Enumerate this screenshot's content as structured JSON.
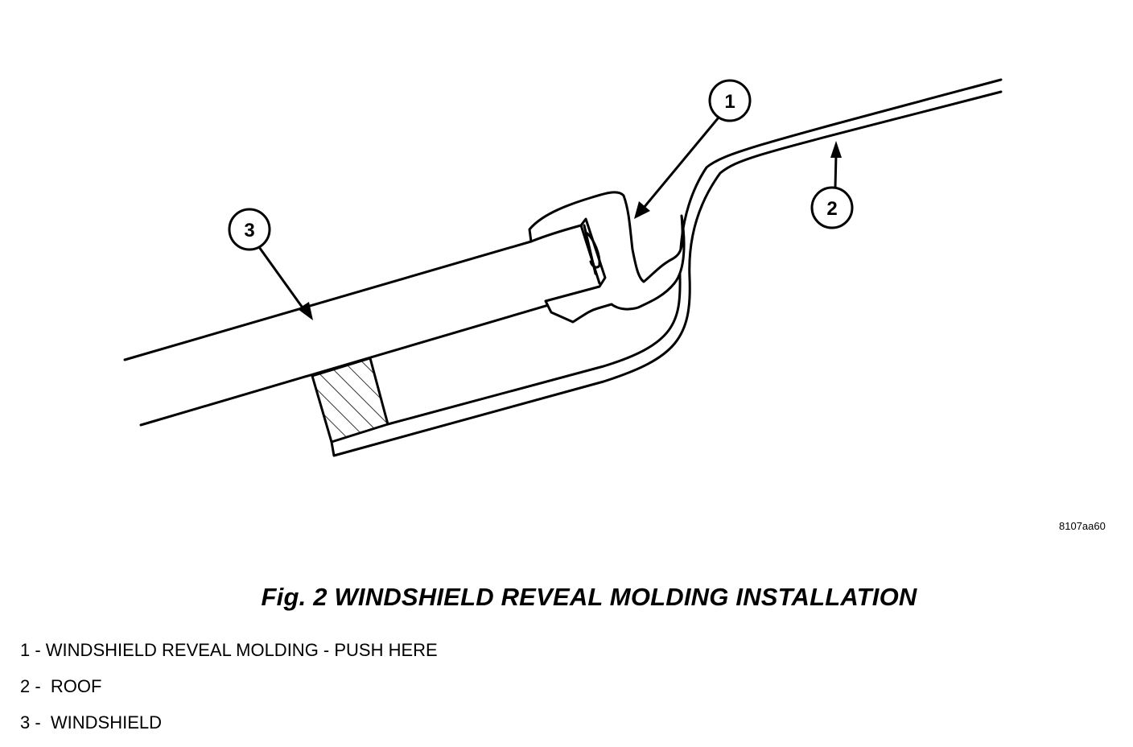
{
  "figure": {
    "code": "8107aa60",
    "caption": "Fig.  2 WINDSHIELD REVEAL MOLDING INSTALLATION"
  },
  "callouts": [
    {
      "number": "1",
      "label": "1 - WINDSHIELD REVEAL MOLDING - PUSH HERE"
    },
    {
      "number": "2",
      "label": "2 -  ROOF"
    },
    {
      "number": "3",
      "label": "3 -  WINDSHIELD"
    }
  ]
}
